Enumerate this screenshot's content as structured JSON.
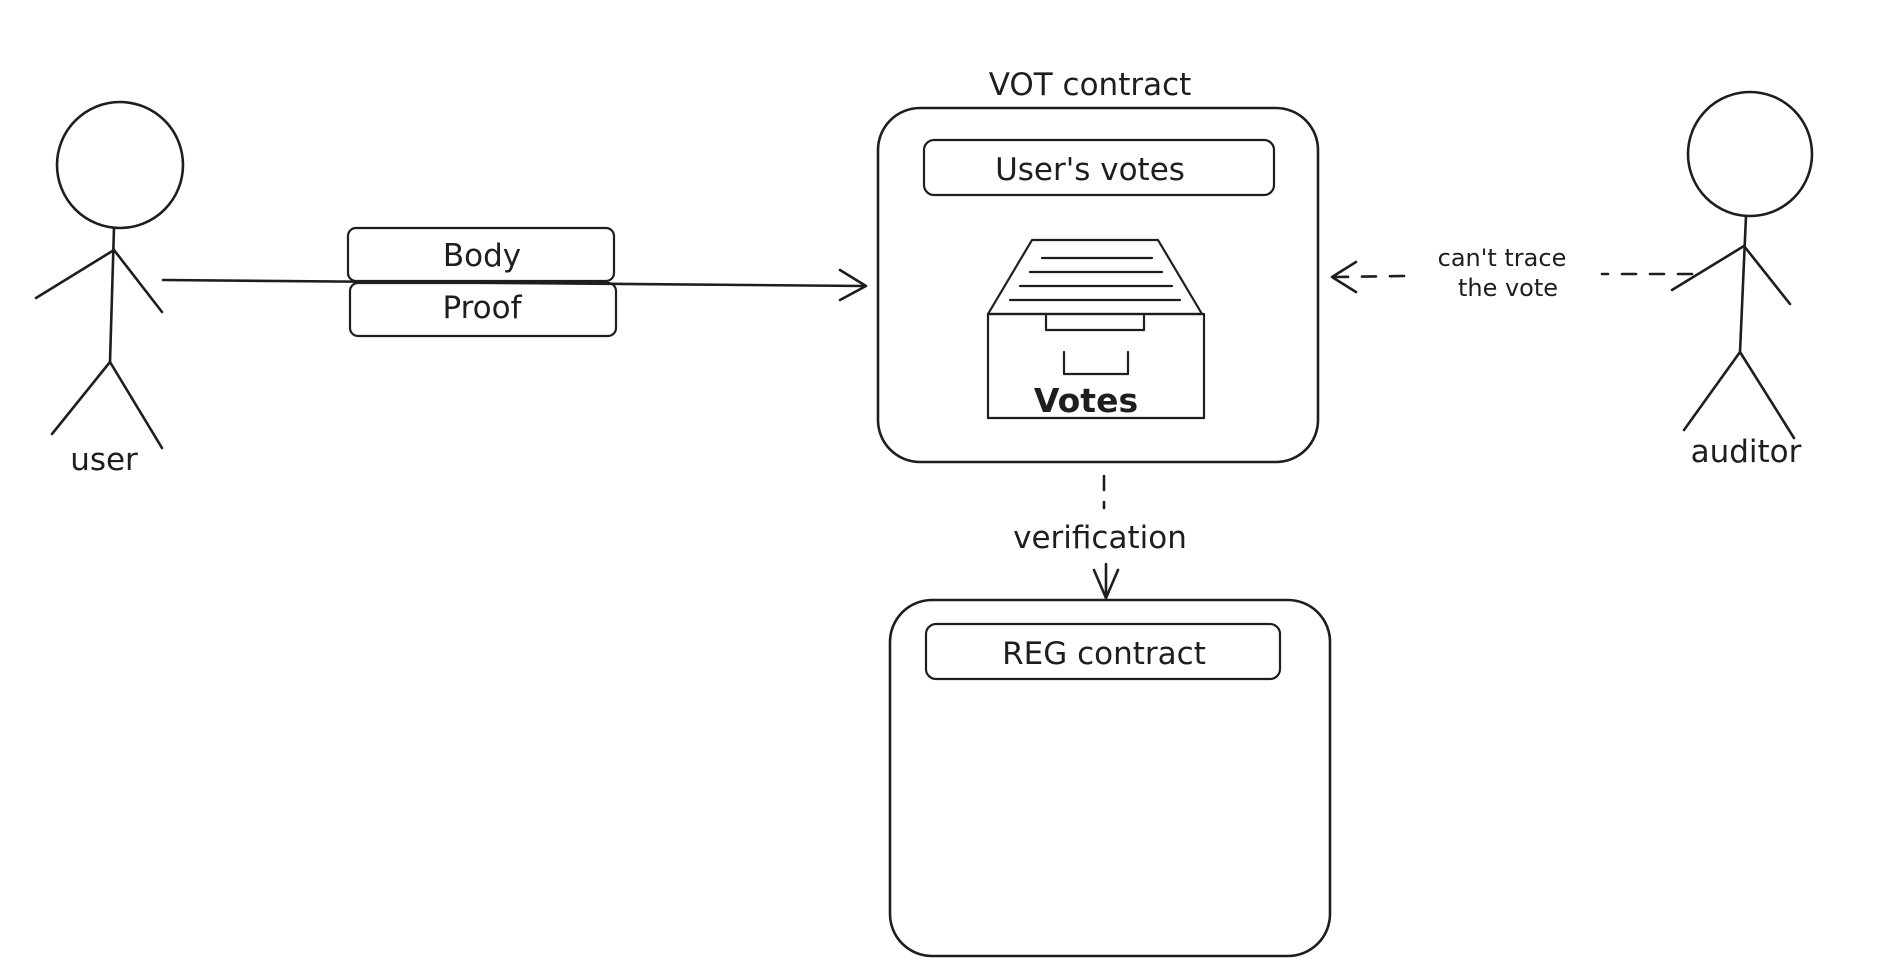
{
  "actors": {
    "user": {
      "label": "user"
    },
    "auditor": {
      "label": "auditor"
    }
  },
  "message": {
    "body_label": "Body",
    "proof_label": "Proof"
  },
  "vot_contract": {
    "title": "VOT contract",
    "users_votes_label": "User's votes",
    "drawer_label": "Votes"
  },
  "auditor_link": {
    "line1": "can't trace",
    "line2": "the vote"
  },
  "verification_link": {
    "label": "verification"
  },
  "reg_contract": {
    "title": "REG contract"
  },
  "colors": {
    "ink": "#1e1e1e",
    "background": "#ffffff"
  }
}
